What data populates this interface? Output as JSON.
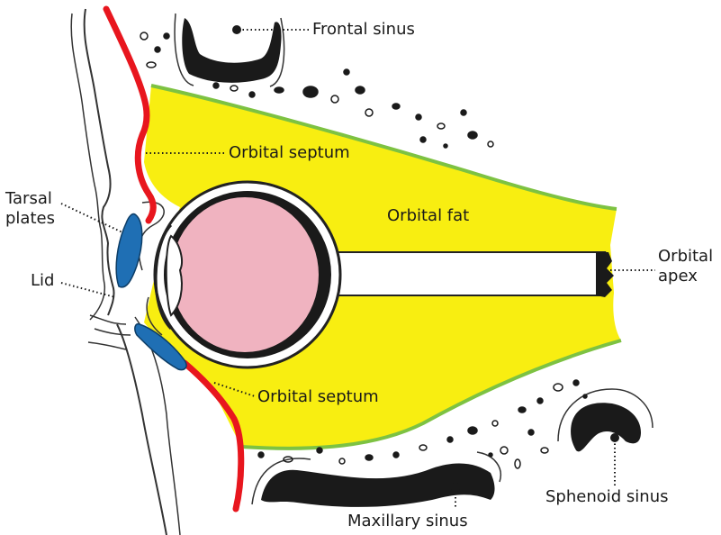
{
  "colors": {
    "fat": "#f8ee11",
    "fat_edge": "#7dc242",
    "septum": "#e8161e",
    "tarsal": "#1f6fb4",
    "globe": "#f0b3c0",
    "bone": "#1a1a1a",
    "outline": "#333333"
  },
  "labels": {
    "frontal_sinus": "Frontal sinus",
    "orbital_septum_upper": "Orbital septum",
    "orbital_fat": "Orbital fat",
    "tarsal_plates_line1": "Tarsal",
    "tarsal_plates_line2": "plates",
    "lid": "Lid",
    "orbital_apex_line1": "Orbital",
    "orbital_apex_line2": "apex",
    "orbital_septum_lower": "Orbital septum",
    "sphenoid_sinus": "Sphenoid sinus",
    "maxillary_sinus": "Maxillary sinus"
  }
}
